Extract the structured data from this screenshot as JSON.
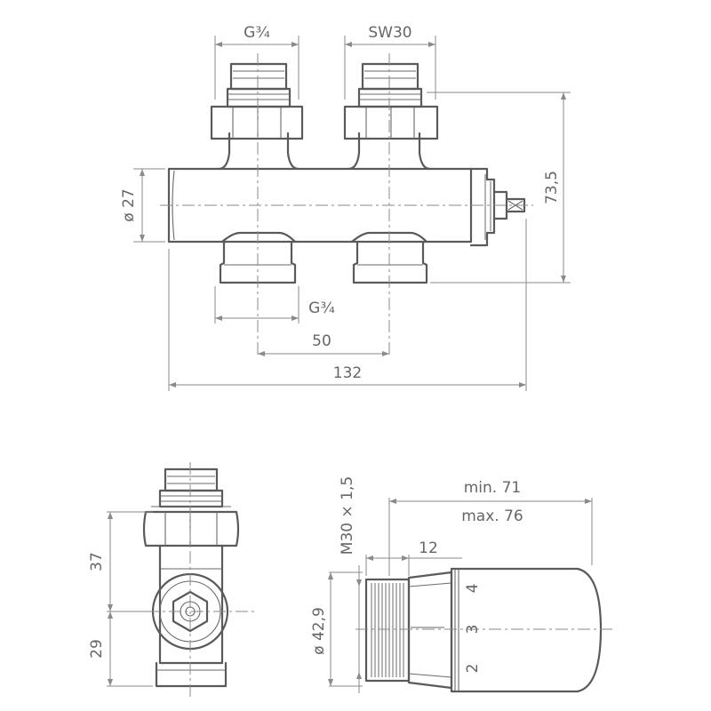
{
  "front_view": {
    "thread_top": "G¾",
    "wrench_size": "SW30",
    "body_diameter": "ø 27",
    "thread_bottom": "G¾",
    "center_distance": "50",
    "overall_length": "132",
    "overall_height": "73,5"
  },
  "side_view": {
    "upper_height": "37",
    "lower_height": "29"
  },
  "thermostat_view": {
    "thread": "M30 × 1,5",
    "min_length": "min. 71",
    "max_length": "max. 76",
    "nut_length": "12",
    "head_diameter": "ø 42,9",
    "scale_marks": [
      "4",
      "3",
      "2"
    ]
  }
}
